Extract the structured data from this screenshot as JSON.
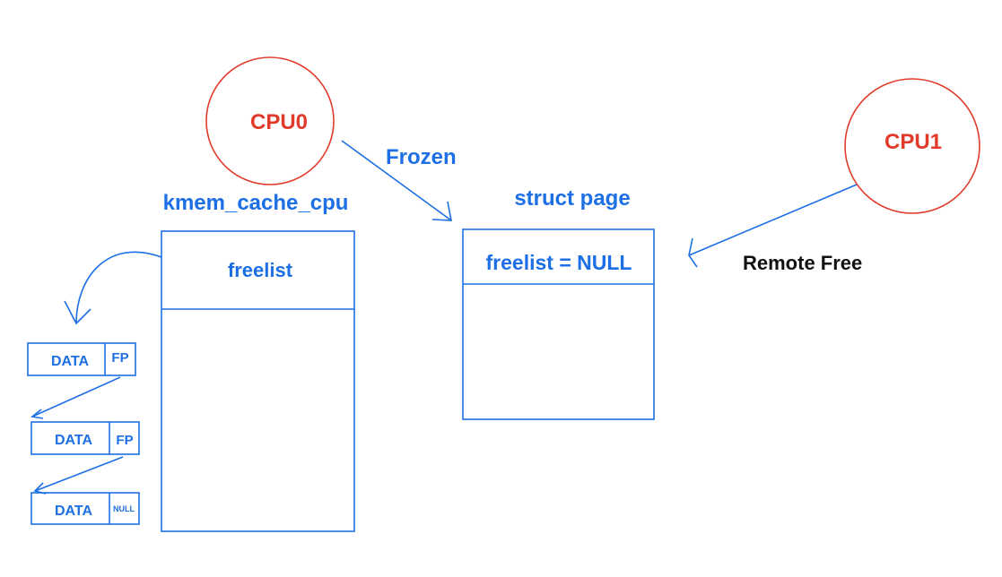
{
  "cpu0": {
    "label": "CPU0"
  },
  "cpu1": {
    "label": "CPU1"
  },
  "frozen_label": "Frozen",
  "remote_free_label": "Remote Free",
  "kmem_cache_cpu": {
    "title": "kmem_cache_cpu",
    "freelist_label": "freelist"
  },
  "struct_page": {
    "title": "struct page",
    "freelist_label": "freelist = NULL"
  },
  "objects": [
    {
      "data_label": "DATA",
      "pointer_label": "FP"
    },
    {
      "data_label": "DATA",
      "pointer_label": "FP"
    },
    {
      "data_label": "DATA",
      "pointer_label": "NULL"
    }
  ],
  "colors": {
    "blue": "#1d6fe5",
    "red": "#e23a2a",
    "black": "#111111"
  }
}
